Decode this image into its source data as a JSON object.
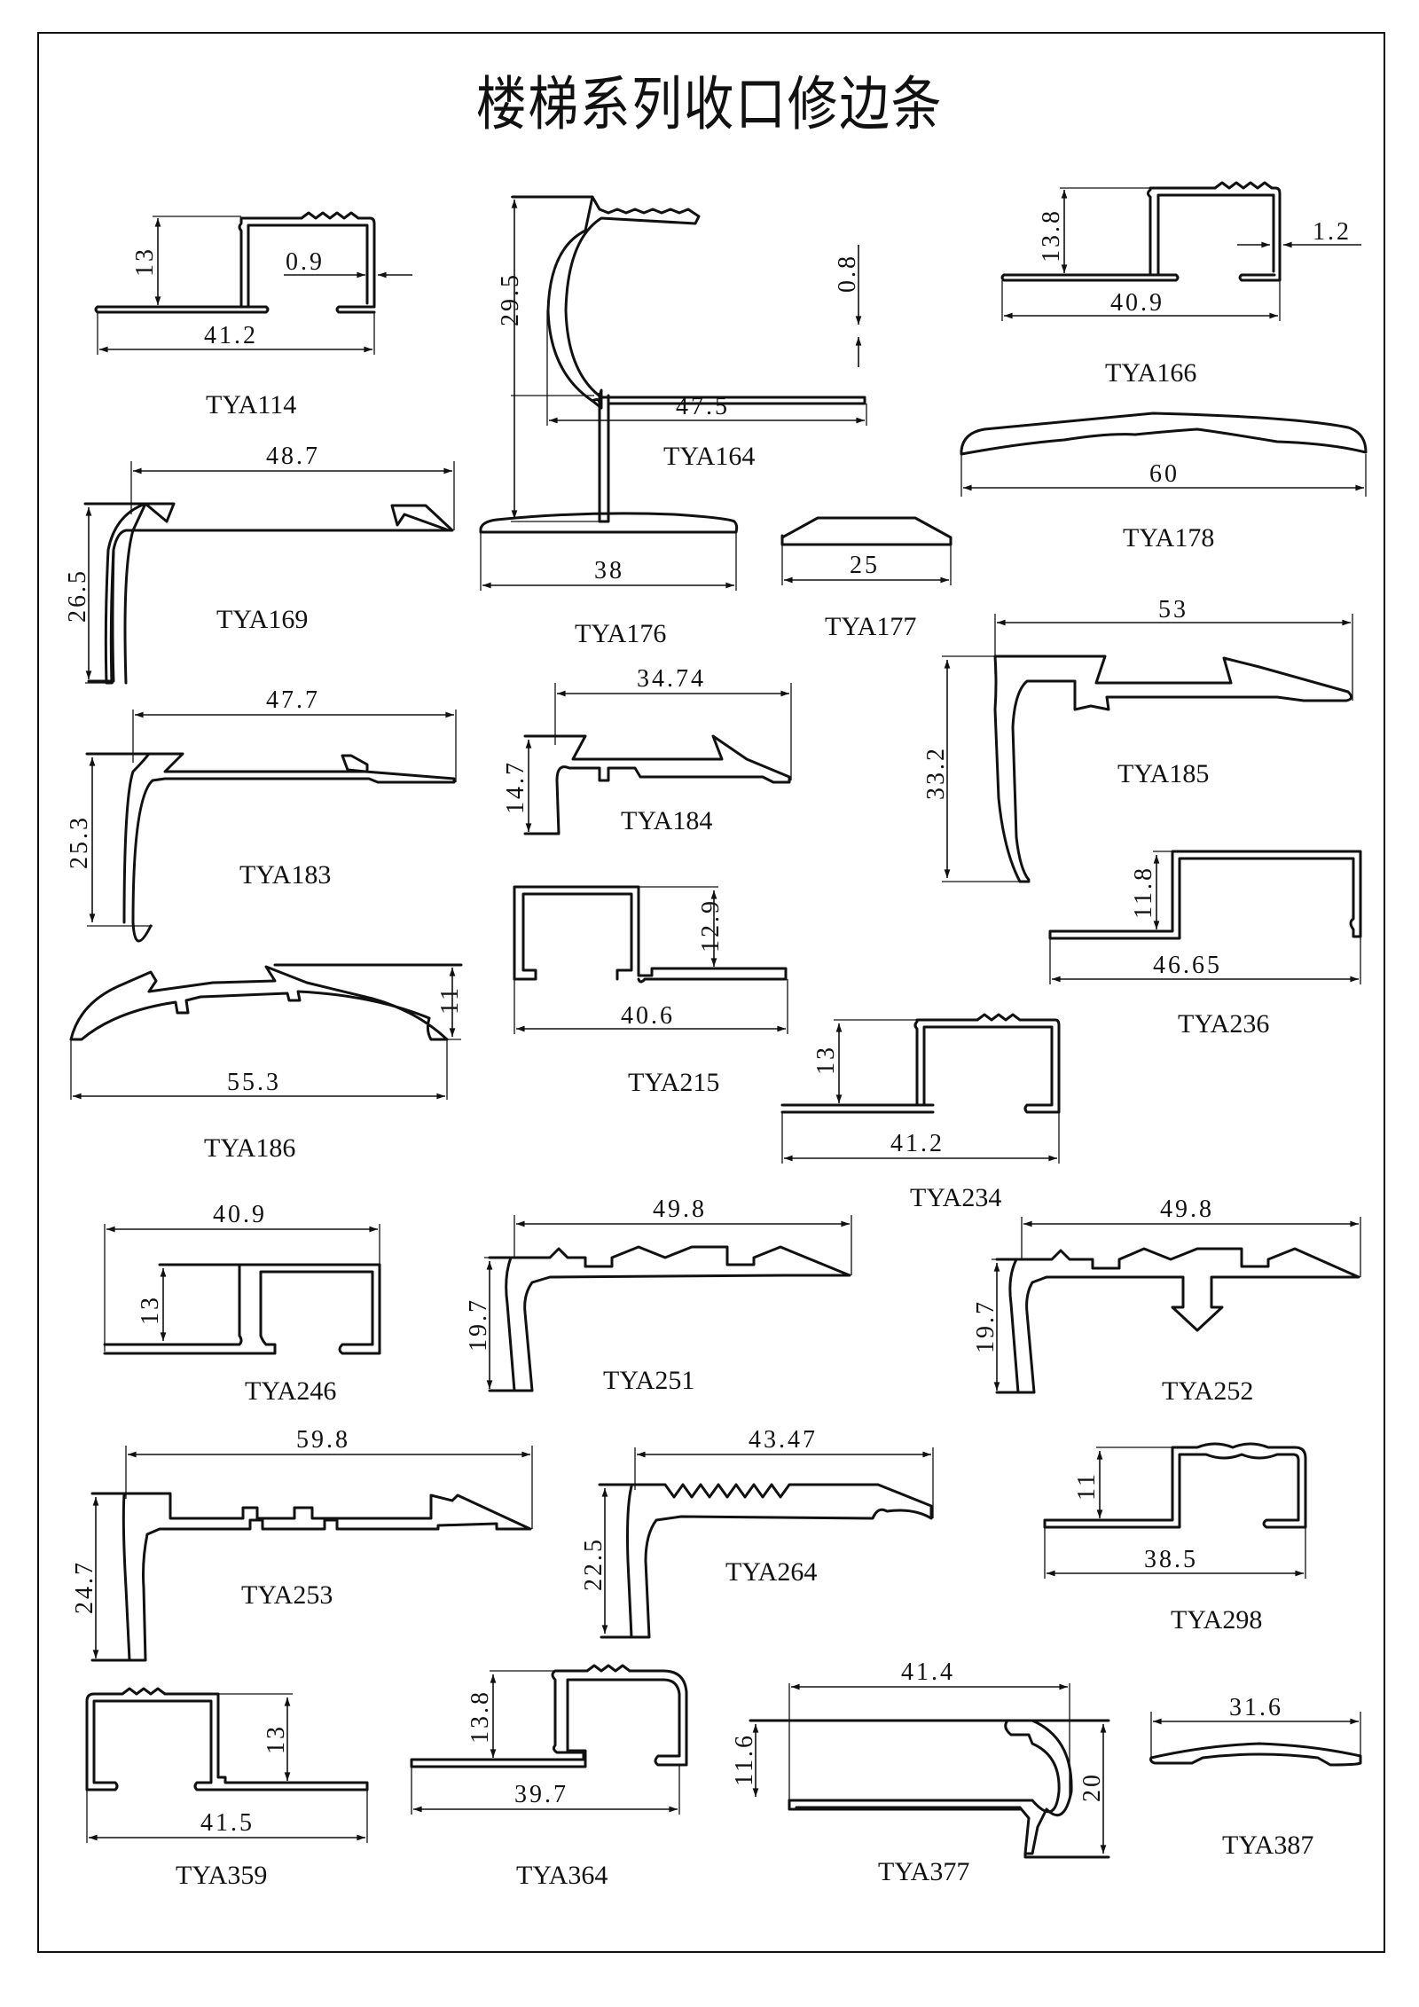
{
  "title": "楼梯系列收口修边条",
  "profiles": [
    {
      "code": "TYA114",
      "dims": {
        "width": "41.2",
        "height": "13",
        "thickness": "0.9"
      }
    },
    {
      "code": "TYA164",
      "dims": {
        "width": "47.5",
        "height": "29.5",
        "thickness": "0.8"
      }
    },
    {
      "code": "TYA166",
      "dims": {
        "width": "40.9",
        "height": "13.8",
        "thickness": "1.2"
      }
    },
    {
      "code": "TYA169",
      "dims": {
        "width": "48.7",
        "height": "26.5"
      }
    },
    {
      "code": "TYA176",
      "dims": {
        "width": "38"
      }
    },
    {
      "code": "TYA177",
      "dims": {
        "width": "25"
      }
    },
    {
      "code": "TYA178",
      "dims": {
        "width": "60"
      }
    },
    {
      "code": "TYA183",
      "dims": {
        "width": "47.7",
        "height": "25.3"
      }
    },
    {
      "code": "TYA184",
      "dims": {
        "width": "34.74",
        "height": "14.7"
      }
    },
    {
      "code": "TYA185",
      "dims": {
        "width": "53",
        "height": "33.2"
      }
    },
    {
      "code": "TYA186",
      "dims": {
        "width": "55.3",
        "height": "11"
      }
    },
    {
      "code": "TYA215",
      "dims": {
        "width": "40.6",
        "height": "12.9"
      }
    },
    {
      "code": "TYA234",
      "dims": {
        "width": "41.2",
        "height": "13"
      }
    },
    {
      "code": "TYA236",
      "dims": {
        "width": "46.65",
        "height": "11.8"
      }
    },
    {
      "code": "TYA246",
      "dims": {
        "width": "40.9",
        "height": "13"
      }
    },
    {
      "code": "TYA251",
      "dims": {
        "width": "49.8",
        "height": "19.7"
      }
    },
    {
      "code": "TYA252",
      "dims": {
        "width": "49.8",
        "height": "19.7"
      }
    },
    {
      "code": "TYA253",
      "dims": {
        "width": "59.8",
        "height": "24.7"
      }
    },
    {
      "code": "TYA264",
      "dims": {
        "width": "43.47",
        "height": "22.5"
      }
    },
    {
      "code": "TYA298",
      "dims": {
        "width": "38.5",
        "height": "11"
      }
    },
    {
      "code": "TYA359",
      "dims": {
        "width": "41.5",
        "height": "13"
      }
    },
    {
      "code": "TYA364",
      "dims": {
        "width": "39.7",
        "height": "13.8"
      }
    },
    {
      "code": "TYA377",
      "dims": {
        "width": "41.4",
        "height": "11.6",
        "overall_height": "20"
      }
    },
    {
      "code": "TYA387",
      "dims": {
        "width": "31.6"
      }
    }
  ]
}
